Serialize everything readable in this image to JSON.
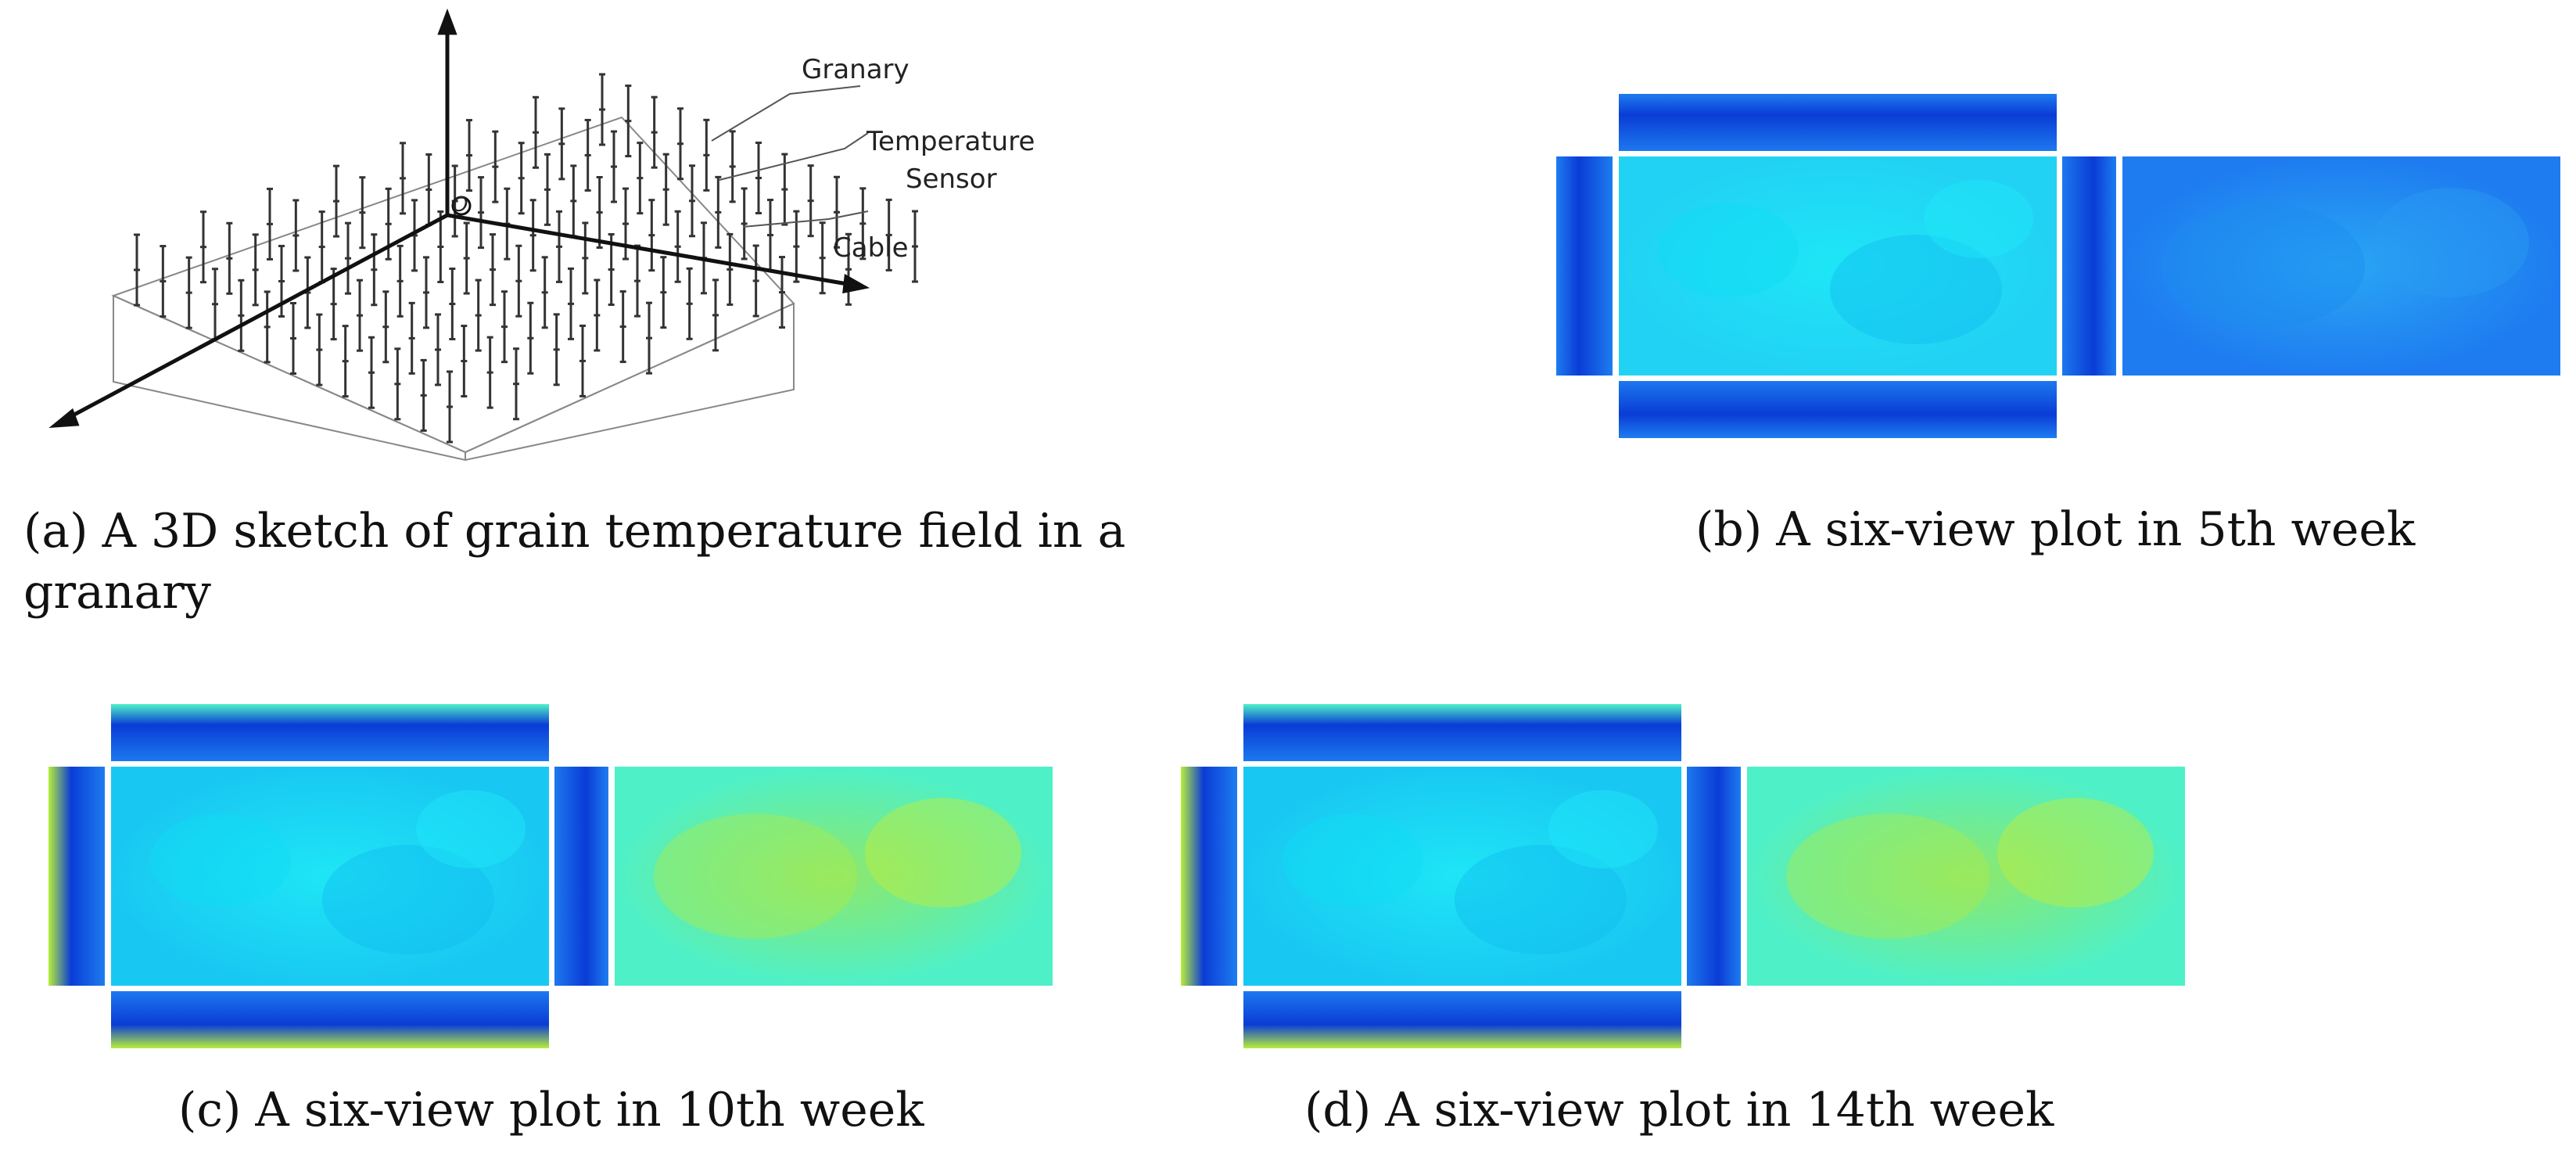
{
  "panels": [
    {
      "id": "a",
      "tag": "(a)",
      "caption_line1": "A 3D sketch of grain temperature field in a",
      "caption_line2": "granary",
      "labels": {
        "origin": "O",
        "granary": "Granary",
        "sensor_line1": "Temperature",
        "sensor_line2": "Sensor",
        "cable": "Cable"
      }
    },
    {
      "id": "b",
      "tag": "(b)",
      "caption": "A six-view plot in 5th week",
      "week": 5
    },
    {
      "id": "c",
      "tag": "(c)",
      "caption": "A six-view plot in 10th week",
      "week": 10
    },
    {
      "id": "d",
      "tag": "(d)",
      "caption": "A six-view plot in 14th week",
      "week": 14
    }
  ],
  "colors": {
    "deep_blue": "#0a3cd6",
    "blue": "#1e7cf0",
    "cyan": "#1ee6f6",
    "aqua_green": "#4ef0c8",
    "yellow_green": "#b8ee3a"
  }
}
